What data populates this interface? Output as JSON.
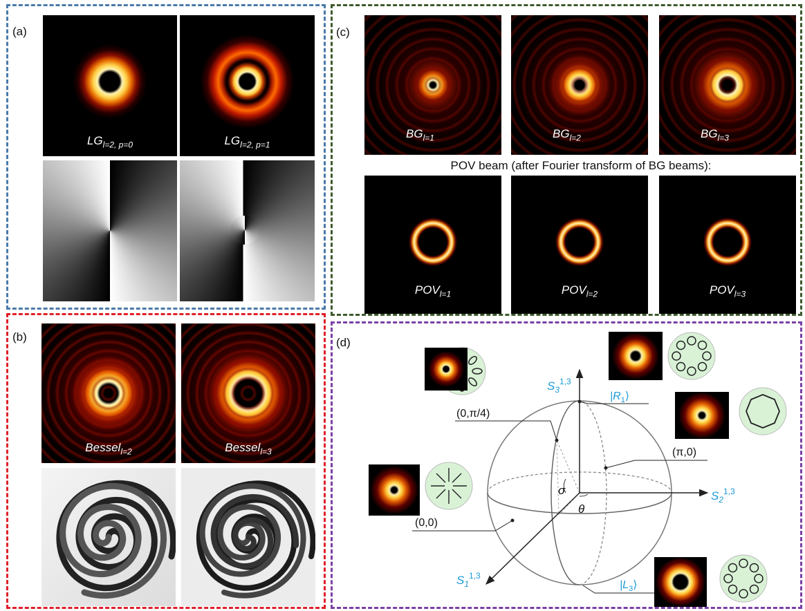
{
  "panels": {
    "a": {
      "label": "(a)",
      "color": "#4a7aab"
    },
    "b": {
      "label": "(b)",
      "color": "#e0202a"
    },
    "c": {
      "label": "(c)",
      "color": "#3e5a2c"
    },
    "d": {
      "label": "(d)",
      "color": "#7b3fa6"
    }
  },
  "lg": [
    {
      "base": "LG",
      "sub": "l=2, p=0"
    },
    {
      "base": "LG",
      "sub": "l=2, p=1"
    }
  ],
  "bessel": [
    {
      "base": "Bessel",
      "sub": "l=2"
    },
    {
      "base": "Bessel",
      "sub": "l=3"
    }
  ],
  "bg": [
    {
      "base": "BG",
      "sub": "l=1"
    },
    {
      "base": "BG",
      "sub": "l=2"
    },
    {
      "base": "BG",
      "sub": "l=3"
    }
  ],
  "pov_note": "POV beam (after Fourier transform of BG beams):",
  "pov": [
    {
      "base": "POV",
      "sub": "l=1"
    },
    {
      "base": "POV",
      "sub": "l=2"
    },
    {
      "base": "POV",
      "sub": "l=3"
    }
  ],
  "sphere": {
    "s1": {
      "base": "S",
      "sub": "1",
      "sup": "1,3"
    },
    "s2": {
      "base": "S",
      "sub": "2",
      "sup": "1,3"
    },
    "s3": {
      "base": "S",
      "sub": "3",
      "sup": "1,3"
    },
    "r1": {
      "base": "|R",
      "sub": "1",
      "end": "⟩"
    },
    "l3": {
      "base": "|L",
      "sub": "3",
      "end": "⟩"
    },
    "p_0_pi4": "(0,π/4)",
    "p_pi_0": "(π,0)",
    "p_0_0": "(0,0)",
    "sigma": "σ",
    "theta": "θ",
    "axis_color": "#1a9ad6"
  }
}
